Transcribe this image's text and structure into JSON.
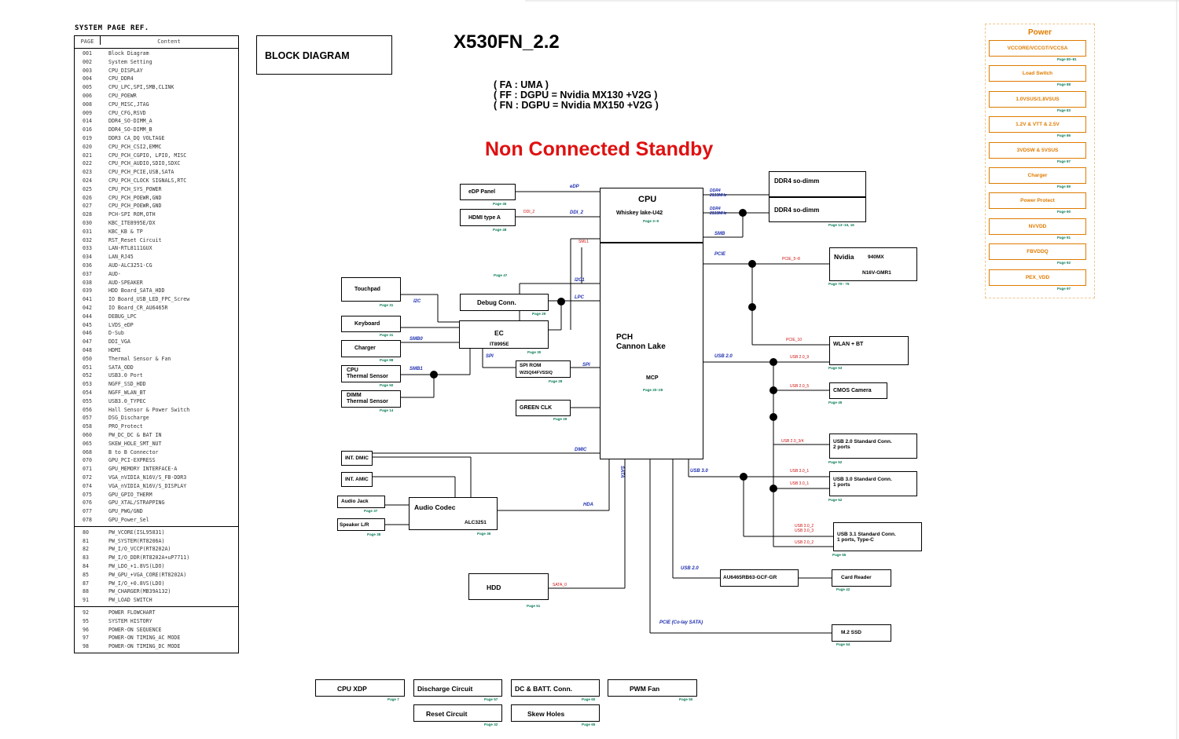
{
  "page_ref": {
    "title": "SYSTEM PAGE REF.",
    "col_page": "PAGE",
    "col_content": "Content",
    "rows": [
      {
        "page": "001",
        "content": "Block Diagram"
      },
      {
        "page": "002",
        "content": "System Setting"
      },
      {
        "page": "003",
        "content": "CPU_DISPLAY"
      },
      {
        "page": "004",
        "content": "CPU_DDR4"
      },
      {
        "page": "005",
        "content": "CPU_LPC,SPI,SMB,CLINK"
      },
      {
        "page": "006",
        "content": "CPU_POEWR"
      },
      {
        "page": "008",
        "content": "CPU_MISC,JTAG"
      },
      {
        "page": "009",
        "content": "CPU_CFG,RSVD"
      },
      {
        "page": "014",
        "content": "DDR4_SO-DIMM_A"
      },
      {
        "page": "016",
        "content": "DDR4_SO-DIMM_B"
      },
      {
        "page": "019",
        "content": "DDR3 CA_DQ VOLTAGE"
      },
      {
        "page": "020",
        "content": "CPU_PCH_CSI2,EMMC"
      },
      {
        "page": "021",
        "content": "CPU_PCH_CGPIO, LPIO, MISC"
      },
      {
        "page": "022",
        "content": "CPU_PCH_AUDIO,SDIO,SDXC"
      },
      {
        "page": "023",
        "content": "CPU_PCH_PCIE,USB,SATA"
      },
      {
        "page": "024",
        "content": "CPU_PCH_CLOCK SIGNALS,RTC"
      },
      {
        "page": "025",
        "content": "CPU_PCH_SYS_POWER"
      },
      {
        "page": "026",
        "content": "CPU_PCH_POEWR,GND"
      },
      {
        "page": "027",
        "content": "CPU_PCH_POEWR,GND"
      },
      {
        "page": "028",
        "content": "PCH-SPI ROM,OTH"
      },
      {
        "page": "030",
        "content": "KBC_ITE8995E/DX"
      },
      {
        "page": "031",
        "content": "KBC_KB & TP"
      },
      {
        "page": "032",
        "content": "RST_Reset Circuit"
      },
      {
        "page": "033",
        "content": "LAN-RTL8111GUX"
      },
      {
        "page": "034",
        "content": "LAN_RJ45"
      },
      {
        "page": "036",
        "content": "AUD-ALC3251-CG"
      },
      {
        "page": "037",
        "content": "AUD-"
      },
      {
        "page": "038",
        "content": "AUD-SPEAKER"
      },
      {
        "page": "039",
        "content": "HDD Board_SATA_HDD"
      },
      {
        "page": "041",
        "content": "IO Board_USB_LED_FPC_Screw"
      },
      {
        "page": "042",
        "content": "IO Board_CR_AU6465R"
      },
      {
        "page": "044",
        "content": "DEBUG_LPC"
      },
      {
        "page": "045",
        "content": "LVDS_eDP"
      },
      {
        "page": "046",
        "content": "D-Sub"
      },
      {
        "page": "047",
        "content": "DDI_VGA"
      },
      {
        "page": "048",
        "content": "HDMI"
      },
      {
        "page": "050",
        "content": "Thermal Sensor & Fan"
      },
      {
        "page": "051",
        "content": "SATA_ODD"
      },
      {
        "page": "052",
        "content": "USB3.0 Port"
      },
      {
        "page": "053",
        "content": "NGFF_SSD_HDD"
      },
      {
        "page": "054",
        "content": "NGFF_WLAN_BT"
      },
      {
        "page": "055",
        "content": "USB3.0_TYPEC"
      },
      {
        "page": "056",
        "content": "Hall Sensor & Power Switch"
      },
      {
        "page": "057",
        "content": "DSG_Discharge"
      },
      {
        "page": "058",
        "content": "PRO_Protect"
      },
      {
        "page": "060",
        "content": "PW_DC_DC & BAT IN"
      },
      {
        "page": "065",
        "content": "SKEW_HOLE_SMT_NUT"
      },
      {
        "page": "068",
        "content": "B to B Connector"
      },
      {
        "page": "070",
        "content": "GPU_PCI-EXPRESS"
      },
      {
        "page": "071",
        "content": "GPU_MEMORY INTERFACE-A"
      },
      {
        "page": "072",
        "content": "VGA_nVIDIA_N16V/S_FB-DDR3"
      },
      {
        "page": "074",
        "content": "VGA_nVIDIA_N16V/S_DISPLAY"
      },
      {
        "page": "075",
        "content": "GPU_GPIO_THERM"
      },
      {
        "page": "076",
        "content": "GPU_XTAL/STRAPPING"
      },
      {
        "page": "077",
        "content": "GPU_PWG/GND"
      },
      {
        "page": "078",
        "content": "GPU_Power_Sel"
      }
    ],
    "rows2": [
      {
        "page": "80",
        "content": "PW_VCORE(ISL95831)"
      },
      {
        "page": "81",
        "content": "PW_SYSTEM(RT8206A)"
      },
      {
        "page": "82",
        "content": "PW_I/O_VCCP(RT8202A)"
      },
      {
        "page": "83",
        "content": "PW_I/O_DDR(RT8202A+uP7711)"
      },
      {
        "page": "84",
        "content": "PW_LDO_+1.8VS(LDO)"
      },
      {
        "page": "85",
        "content": "PW_GPU_+VGA_CORE(RT8202A)"
      },
      {
        "page": "87",
        "content": "PW_I/O_+0.8VS(LDO)"
      },
      {
        "page": "88",
        "content": "PW_CHARGER(MB39A132)"
      },
      {
        "page": "91",
        "content": "PW_LOAD SWITCH"
      }
    ],
    "rows3": [
      {
        "page": "92",
        "content": "POWER FLOWCHART"
      },
      {
        "page": "95",
        "content": "SYSTEM HISTORY"
      },
      {
        "page": "96",
        "content": "POWER-ON SEQUENCE"
      },
      {
        "page": "97",
        "content": "POWER-ON TIMING_AC MODE"
      },
      {
        "page": "98",
        "content": "POWER-ON TIMING_DC MODE"
      }
    ]
  },
  "header": {
    "block_diagram": "BLOCK DIAGRAM",
    "model": "X530FN_2.2",
    "variants": [
      "( FA : UMA )",
      "( FF : DGPU = Nvidia MX130 +V2G )",
      "( FN : DGPU = Nvidia MX150 +V2G )"
    ],
    "standby": "Non Connected Standby"
  },
  "blocks": {
    "edp": {
      "label": "eDP Panel",
      "page": "Page 45"
    },
    "hdmi": {
      "label": "HDMI type A",
      "page": "Page 48"
    },
    "cpu": {
      "title": "CPU",
      "sub": "Whiskey lake-U42",
      "page": "Page 3~9"
    },
    "ddr_a": {
      "label": "DDR4 so-dimm"
    },
    "ddr_b": {
      "label": "DDR4 so-dimm",
      "page": "Page 13~15, 16"
    },
    "nvidia": {
      "label": "Nvidia",
      "model": "940MX",
      "chip": "N16V-GMR1",
      "page": "Page 70~ 79"
    },
    "touchpad": {
      "label": "Touchpad",
      "page": "Page 31"
    },
    "debug": {
      "label": "Debug Conn.",
      "page": "Page 29"
    },
    "keyboard": {
      "label": "Keyboard",
      "page": "Page 31"
    },
    "ec": {
      "label": "EC",
      "chip": "IT8995E",
      "page": "Page 30"
    },
    "charger_l": {
      "label": "Charger",
      "page": "Page 88"
    },
    "cpu_thermal": {
      "label": "CPU\nThermal Sensor",
      "page": "Page 50"
    },
    "spi_rom": {
      "label": "SPI ROM",
      "chip": "W25Q64FVSSIQ",
      "page": "Page 28"
    },
    "dimm_thermal": {
      "label": "DIMM\nThermal Sensor",
      "page": "Page 14"
    },
    "green_clk": {
      "label": "GREEN CLK",
      "page": "Page 29"
    },
    "pch": {
      "title": "PCH",
      "sub": "Cannon Lake",
      "mcp": "MCP",
      "page": "Page 20~28"
    },
    "wlan": {
      "label": "WLAN + BT",
      "page": "Page 53"
    },
    "camera": {
      "label": "CMOS Camera",
      "page": "Page 45"
    },
    "usb20": {
      "label": "USB 2.0 Standard Conn.",
      "sub": "2 ports",
      "page": "Page 52"
    },
    "usb30": {
      "label": "USB 3.0 Standard Conn.",
      "sub": "1 ports",
      "page": "Page 52"
    },
    "usb31": {
      "label": "USB 3.1 Standard Conn.",
      "sub": "1 ports, Type-C",
      "page": "Page 55"
    },
    "int_dmic": {
      "label": "INT. DMIC"
    },
    "int_amic": {
      "label": "INT. AMIC"
    },
    "audio_jack": {
      "label": "Audio Jack",
      "page": "Page 37"
    },
    "speaker": {
      "label": "Speaker L/R",
      "page": "Page 38"
    },
    "codec": {
      "label": "Audio Codec",
      "chip": "ALC3251",
      "page": "Page 36"
    },
    "au6465": {
      "label": "AU6465RB63-GCF-GR"
    },
    "card_reader": {
      "label": "Card Reader",
      "page": "Page 42"
    },
    "hdd": {
      "label": "HDD",
      "page": "Page 51"
    },
    "m2": {
      "label": "M.2 SSD",
      "page": "Page 54"
    },
    "cpu_xdp": {
      "label": "CPU XDP",
      "page": "Page 7"
    },
    "discharge": {
      "label": "Discharge Circuit",
      "page": "Page 57"
    },
    "dc_batt": {
      "label": "DC & BATT. Conn.",
      "page": "Page 60"
    },
    "pwm_fan": {
      "label": "PWM Fan",
      "page": "Page 50"
    },
    "reset": {
      "label": "Reset Circuit",
      "page": "Page 32"
    },
    "skew": {
      "label": "Skew Holes",
      "page": "Page 65"
    }
  },
  "buses": {
    "edp": "eDP",
    "ddi2": "DDI_2",
    "ddr4_a": "DDR4\n2133MHz",
    "ddr4_b": "DDR4\n2133MHz",
    "smb": "SMB",
    "pcie": "PCIE",
    "i2c1": "I2C1",
    "i2c": "I2C",
    "lpc": "LPC",
    "smb0": "SMB0",
    "spi_l": "SPI",
    "spi_r": "SPI",
    "smb1": "SMB1",
    "usb20": "USB 2.0",
    "dmic": "DMIC",
    "sata": "SATA",
    "usb30": "USB 3.0",
    "hda": "HDA",
    "usb20b": "USB 2.0",
    "pcie_sata": "PCIE (Co-lay SATA)"
  },
  "signals": {
    "ddi2": "DDI_2",
    "sml1": "SML1",
    "pcie5_8": "PCIE_5~8",
    "pcie10": "PCIE_10",
    "usb20_9": "USB 2.0_9",
    "usb20_5": "USB 2.0_5",
    "usb20_34": "USB 2.0_3/4",
    "usb30_1a": "USB 3.0_1",
    "usb30_1b": "USB 3.0_1",
    "usb30_2": "USB 3.0_2",
    "usb30_3": "USB 3.0_3",
    "usb20_2": "USB 2.0_2",
    "sata0": "SATA_0",
    "page47": "Page 47"
  },
  "power": {
    "title": "Power",
    "items": [
      {
        "label": "VCCORE/VCCGT/VCCSA",
        "page": "Page 80~81"
      },
      {
        "label": "Load Switch",
        "page": "Page 88"
      },
      {
        "label": "1.0VSUS/1.8VSUS",
        "page": "Page 83"
      },
      {
        "label": "1.2V & VTT & 2.5V",
        "page": "Page 86"
      },
      {
        "label": "3VDSW & 5VSUS",
        "page": "Page 87"
      },
      {
        "label": "Charger",
        "page": "Page 89"
      },
      {
        "label": "Power Protect",
        "page": "Page 90"
      },
      {
        "label": "NVVDD",
        "page": "Page 91"
      },
      {
        "label": "FBVDDQ",
        "page": "Page 92"
      },
      {
        "label": "PEX_VDD",
        "page": "Page 97"
      }
    ],
    "accent": "#e07b00"
  }
}
